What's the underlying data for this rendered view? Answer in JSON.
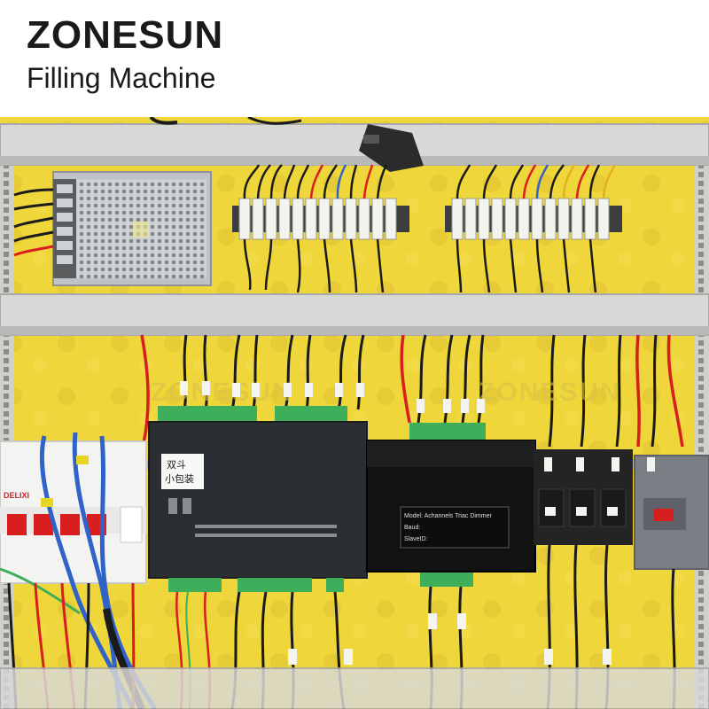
{
  "header": {
    "brand": "ZONESUN",
    "subtitle": "Filling Machine"
  },
  "photo": {
    "watermark": "ZONESUN",
    "controller_label_line1": "双斗",
    "controller_label_line2": "小包装",
    "dimmer_model": "Model: Achannels Triac Dimmer",
    "dimmer_baud": "Baud:",
    "dimmer_slave": "SlaveID:",
    "breaker_brand": "DELIXI",
    "colors": {
      "backplate": "#f2dc3a",
      "rail": "#d9d9d6",
      "controller": "#2b2f33",
      "terminal_green": "#3fae5a",
      "wire_red": "#d81e1e",
      "wire_blue": "#2f63c8",
      "wire_black": "#1b1b1b",
      "contactor": "#7a7f86"
    }
  }
}
